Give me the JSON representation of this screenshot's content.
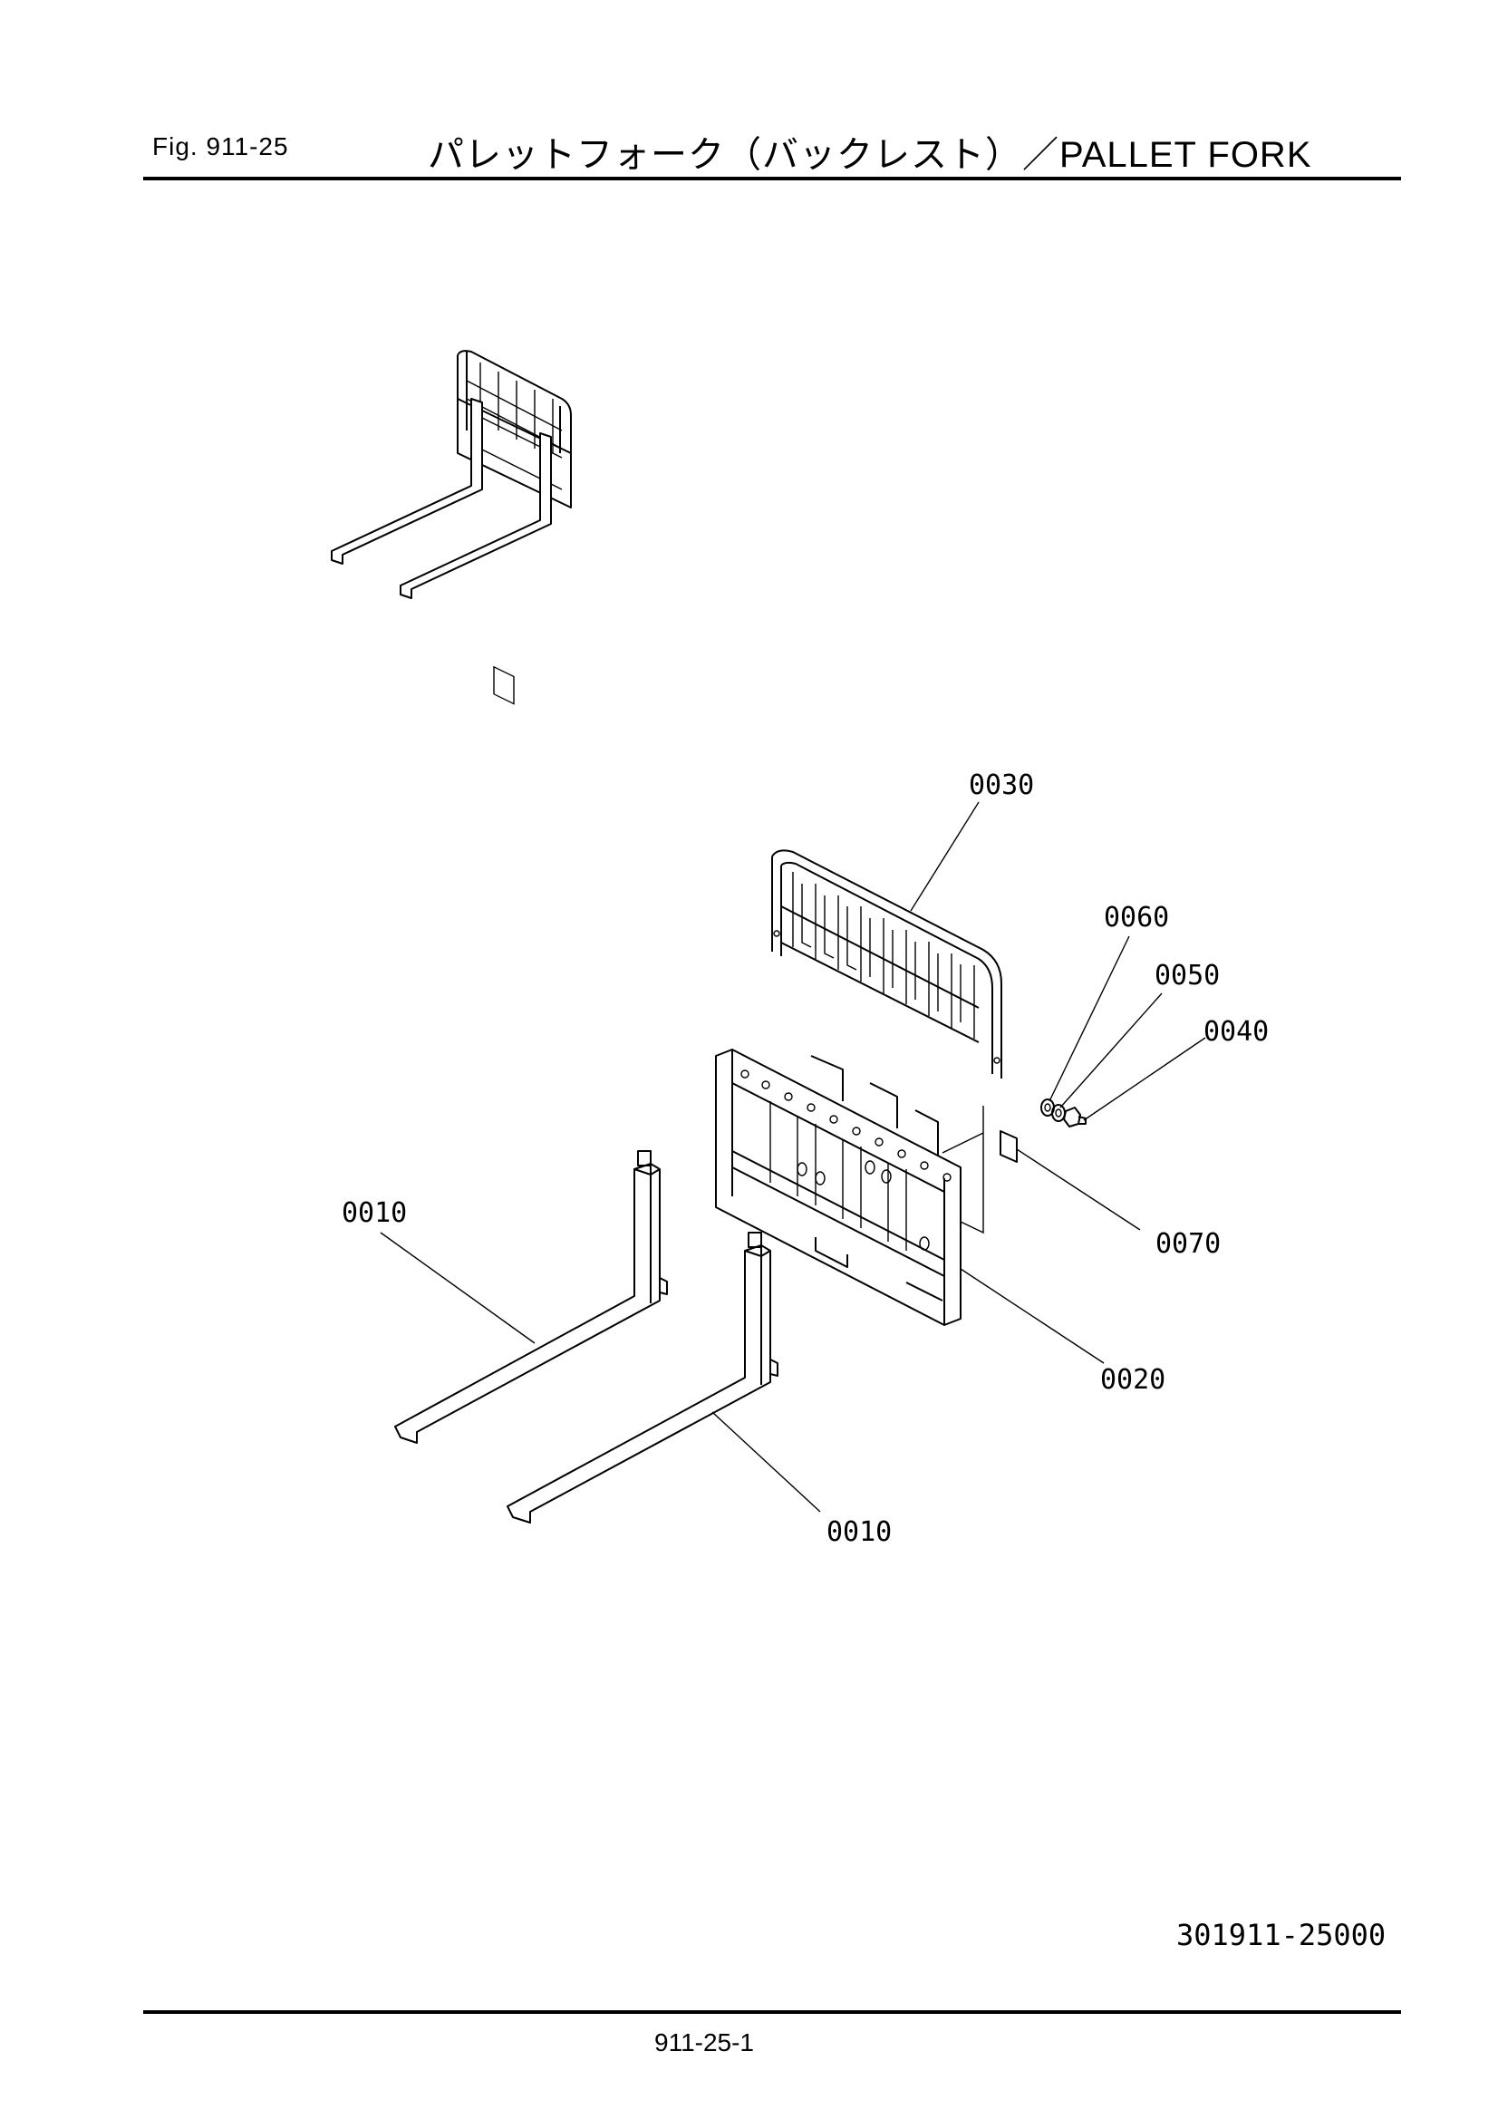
{
  "header": {
    "figure_label": "Fig.  911-25",
    "title": "パレットフォーク（バックレスト）／PALLET  FORK"
  },
  "callouts": {
    "backrest": "0030",
    "washer_a": "0060",
    "washer_b": "0050",
    "bolt": "0040",
    "plate": "0070",
    "carriage": "0020",
    "fork_left": "0010",
    "fork_right": "0010"
  },
  "footer": {
    "drawing_number": "301911-25000",
    "page_number": "911-25-1"
  }
}
